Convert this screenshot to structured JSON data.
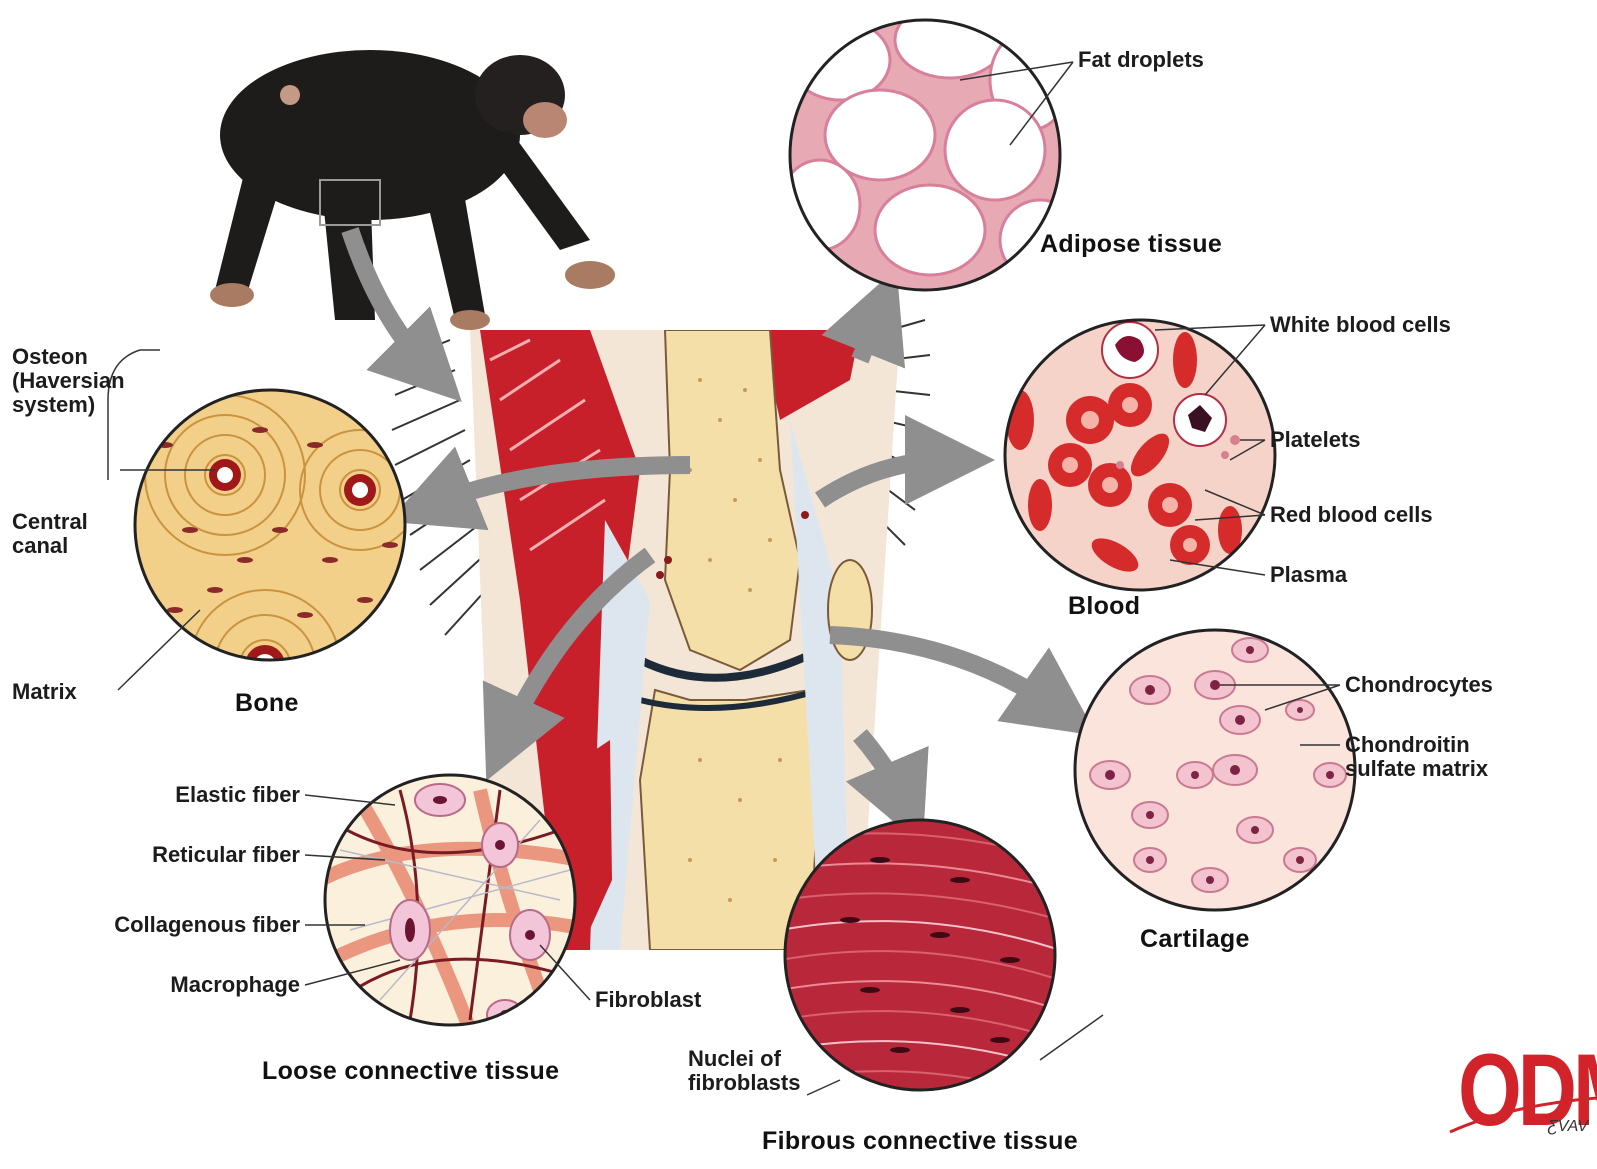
{
  "tissues": {
    "adipose": {
      "title": "Adipose tissue",
      "fat_droplets": "Fat droplets"
    },
    "blood": {
      "title": "Blood",
      "white_blood_cells": "White blood cells",
      "platelets": "Platelets",
      "red_blood_cells": "Red blood cells",
      "plasma": "Plasma"
    },
    "bone": {
      "title": "Bone",
      "osteon_line1": "Osteon",
      "osteon_line2": "(Haversian",
      "osteon_line3": "system)",
      "central_canal_line1": "Central",
      "central_canal_line2": "canal",
      "matrix": "Matrix"
    },
    "cartilage": {
      "title": "Cartilage",
      "chondrocytes": "Chondrocytes",
      "matrix_line1": "Chondroitin",
      "matrix_line2": "sulfate matrix"
    },
    "loose": {
      "title": "Loose connective tissue",
      "elastic_fiber": "Elastic fiber",
      "reticular_fiber": "Reticular fiber",
      "collagenous_fiber": "Collagenous fiber",
      "macrophage": "Macrophage",
      "fibroblast": "Fibroblast"
    },
    "fibrous": {
      "title": "Fibrous connective tissue",
      "nuclei_line1": "Nuclei of",
      "nuclei_line2": "fibroblasts"
    }
  },
  "logo": {
    "text": "ODM",
    "sub": "ƸVAV"
  },
  "colors": {
    "muscle": "#c8202b",
    "bone": "#f4dfa8",
    "blood_bg": "#f6d3c8",
    "arrow": "#8f8f8f",
    "logo": "#d2232a"
  }
}
